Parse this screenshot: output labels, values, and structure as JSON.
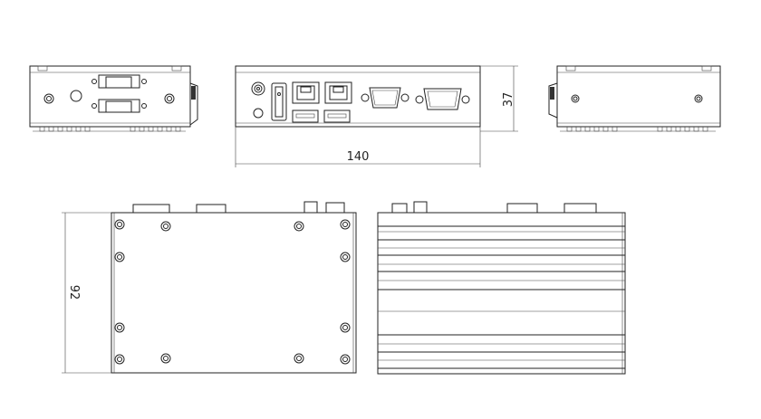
{
  "dimensions": {
    "width": "140",
    "height": "37",
    "depth": "92"
  },
  "colors": {
    "line": "#222222",
    "background": "#ffffff"
  }
}
